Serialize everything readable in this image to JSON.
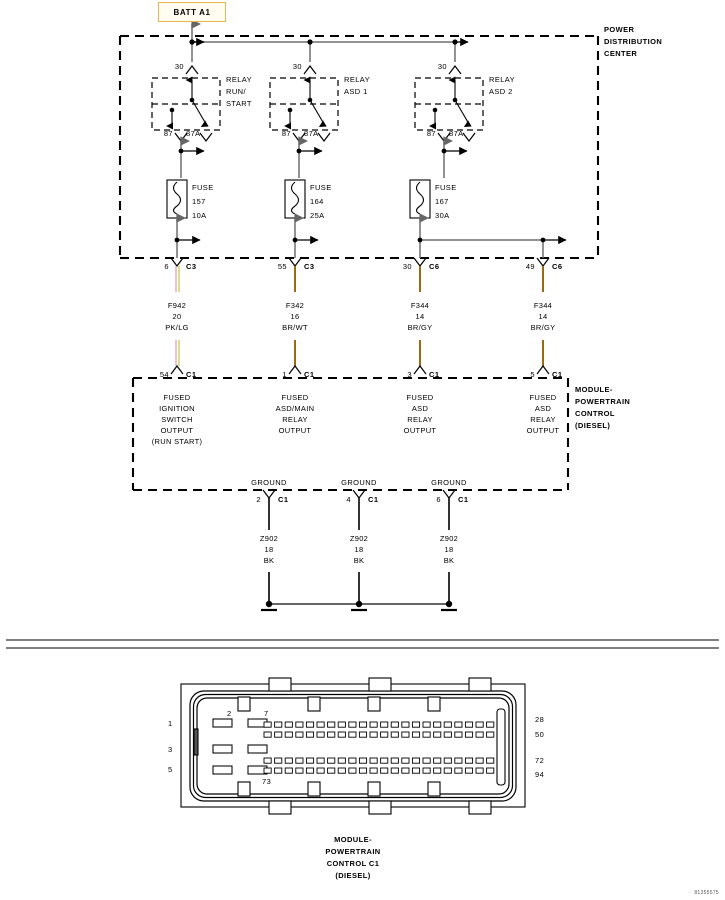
{
  "diagram": {
    "battery_label": "BATT A1",
    "power_distribution_center": {
      "name_lines": [
        "POWER",
        "DISTRIBUTION",
        "CENTER"
      ]
    },
    "module_pcm": {
      "name_lines": [
        "MODULE-",
        "POWERTRAIN",
        "CONTROL",
        "(DIESEL)"
      ]
    },
    "relays": [
      {
        "terminal_30": "30",
        "terminal_87": "87",
        "terminal_87a": "87A",
        "name_lines": [
          "RELAY",
          "RUN/",
          "START"
        ]
      },
      {
        "terminal_30": "30",
        "terminal_87": "87",
        "terminal_87a": "87A",
        "name_lines": [
          "RELAY",
          "ASD 1"
        ]
      },
      {
        "terminal_30": "30",
        "terminal_87": "87",
        "terminal_87a": "87A",
        "name_lines": [
          "RELAY",
          "ASD 2"
        ]
      }
    ],
    "fuses": [
      {
        "label": "FUSE",
        "number": "157",
        "rating": "10A"
      },
      {
        "label": "FUSE",
        "number": "164",
        "rating": "25A"
      },
      {
        "label": "FUSE",
        "number": "167",
        "rating": "30A"
      }
    ],
    "pdc_connectors": [
      {
        "pin": "6",
        "connector": "C3"
      },
      {
        "pin": "55",
        "connector": "C3"
      },
      {
        "pin": "30",
        "connector": "C6"
      },
      {
        "pin": "49",
        "connector": "C6"
      }
    ],
    "wires": [
      {
        "circuit": "F942",
        "gauge": "20",
        "color_code": "PK/LG",
        "color_a": "#F2A7B8",
        "color_b": "#BFD96A"
      },
      {
        "circuit": "F342",
        "gauge": "16",
        "color_code": "BR/WT",
        "color_a": "#9A6B12",
        "color_b": "#9A6B12"
      },
      {
        "circuit": "F344",
        "gauge": "14",
        "color_code": "BR/GY",
        "color_a": "#9A6B12",
        "color_b": "#9A6B12"
      },
      {
        "circuit": "F344",
        "gauge": "14",
        "color_code": "BR/GY",
        "color_a": "#9A6B12",
        "color_b": "#9A6B12"
      }
    ],
    "pcm_connectors": [
      {
        "pin": "54",
        "connector": "C1"
      },
      {
        "pin": "1",
        "connector": "C1"
      },
      {
        "pin": "3",
        "connector": "C1"
      },
      {
        "pin": "5",
        "connector": "C1"
      }
    ],
    "pcm_functions": [
      [
        "FUSED",
        "IGNITION",
        "SWITCH",
        "OUTPUT",
        "(RUN START)"
      ],
      [
        "FUSED",
        "ASD/MAIN",
        "RELAY",
        "OUTPUT"
      ],
      [
        "FUSED",
        "ASD",
        "RELAY",
        "OUTPUT"
      ],
      [
        "FUSED",
        "ASD",
        "RELAY",
        "OUTPUT"
      ]
    ],
    "grounds": [
      {
        "title": "GROUND",
        "pin": "2",
        "connector": "C1",
        "circuit": "Z902",
        "gauge": "18",
        "color_code": "BK"
      },
      {
        "title": "GROUND",
        "pin": "4",
        "connector": "C1",
        "circuit": "Z902",
        "gauge": "18",
        "color_code": "BK"
      },
      {
        "title": "GROUND",
        "pin": "6",
        "connector": "C1",
        "circuit": "Z902",
        "gauge": "18",
        "color_code": "BK"
      }
    ]
  },
  "connector_view": {
    "caption_lines": [
      "MODULE-",
      "POWERTRAIN",
      "CONTROL C1",
      "(DIESEL)"
    ],
    "left_labels": [
      "1",
      "3",
      "5"
    ],
    "top_labels": [
      "2",
      "7"
    ],
    "bottom_label": "73",
    "right_labels": [
      "28",
      "50",
      "72",
      "94"
    ],
    "large_pin_rows": 3,
    "large_pin_cols": 2,
    "small_pin_cols": 22,
    "small_pin_row_groups": 2,
    "small_pin_rows_per_group": 2
  },
  "footer": {
    "drawing_id": "81355575"
  },
  "colors": {
    "wire_brown": "#9A6B12",
    "wire_pink": "#F2A7B8",
    "wire_lightgreen": "#BFD96A",
    "line": "#000000",
    "grey_line": "#6E6E6E",
    "batt_border": "#E8B84B",
    "batt_fill": "#FFFDF2"
  }
}
